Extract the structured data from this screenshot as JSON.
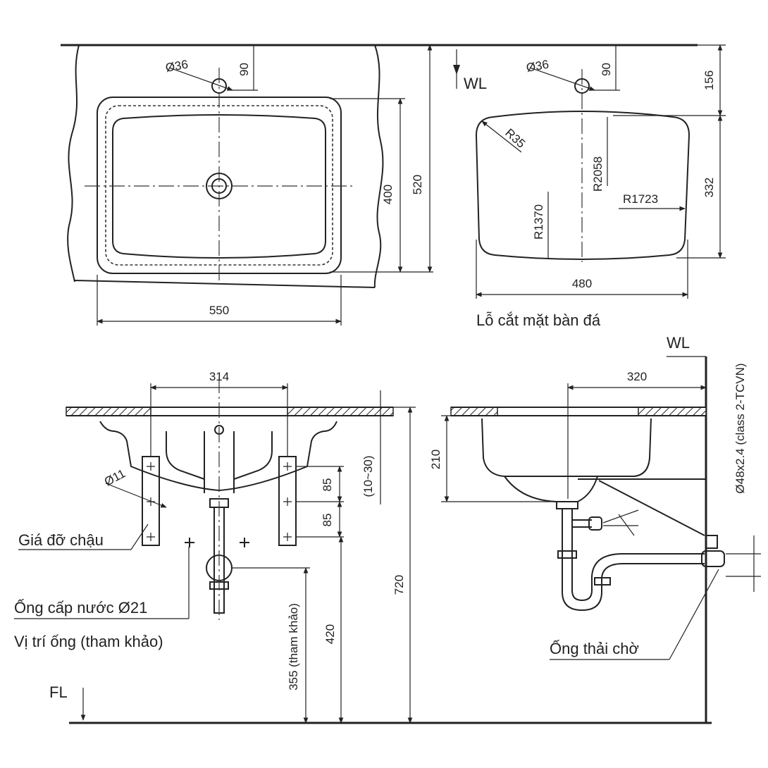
{
  "top_plan": {
    "dims": {
      "hole_dia": "Ø36",
      "hole_offset": "90",
      "inner_depth": "400",
      "outer_depth": "520",
      "width": "550"
    },
    "wl_label": "WL"
  },
  "cutout_plan": {
    "dims": {
      "hole_dia": "Ø36",
      "hole_offset": "90",
      "top_offset": "156",
      "corner_radius": "R35",
      "front_radius": "R2058",
      "side_radius": "R1723",
      "back_radius": "R1370",
      "depth": "332",
      "width": "480"
    },
    "caption": "Lỗ cắt mặt bàn đá"
  },
  "front_elevation": {
    "dims": {
      "bracket_span": "314",
      "bolt_dia": "Ø11",
      "bracket_gap_1": "85",
      "bracket_gap_2": "85",
      "counter_thickness": "(10~30)",
      "supply_height": "420",
      "drain_ref_height": "355 (tham khảo)",
      "counter_height": "720"
    },
    "labels": {
      "bracket": "Giá đỡ chậu",
      "supply_pipe": "Ống cấp nước Ø21",
      "pipe_position": "Vị trí ống (tham khảo)",
      "floor": "FL"
    }
  },
  "side_elevation": {
    "dims": {
      "wall_offset": "320",
      "bowl_depth": "210",
      "drain_pipe": "Ø48x2.4 (class 2-TCVN)"
    },
    "labels": {
      "wl": "WL",
      "waste_pipe": "Ống thải chờ"
    }
  }
}
